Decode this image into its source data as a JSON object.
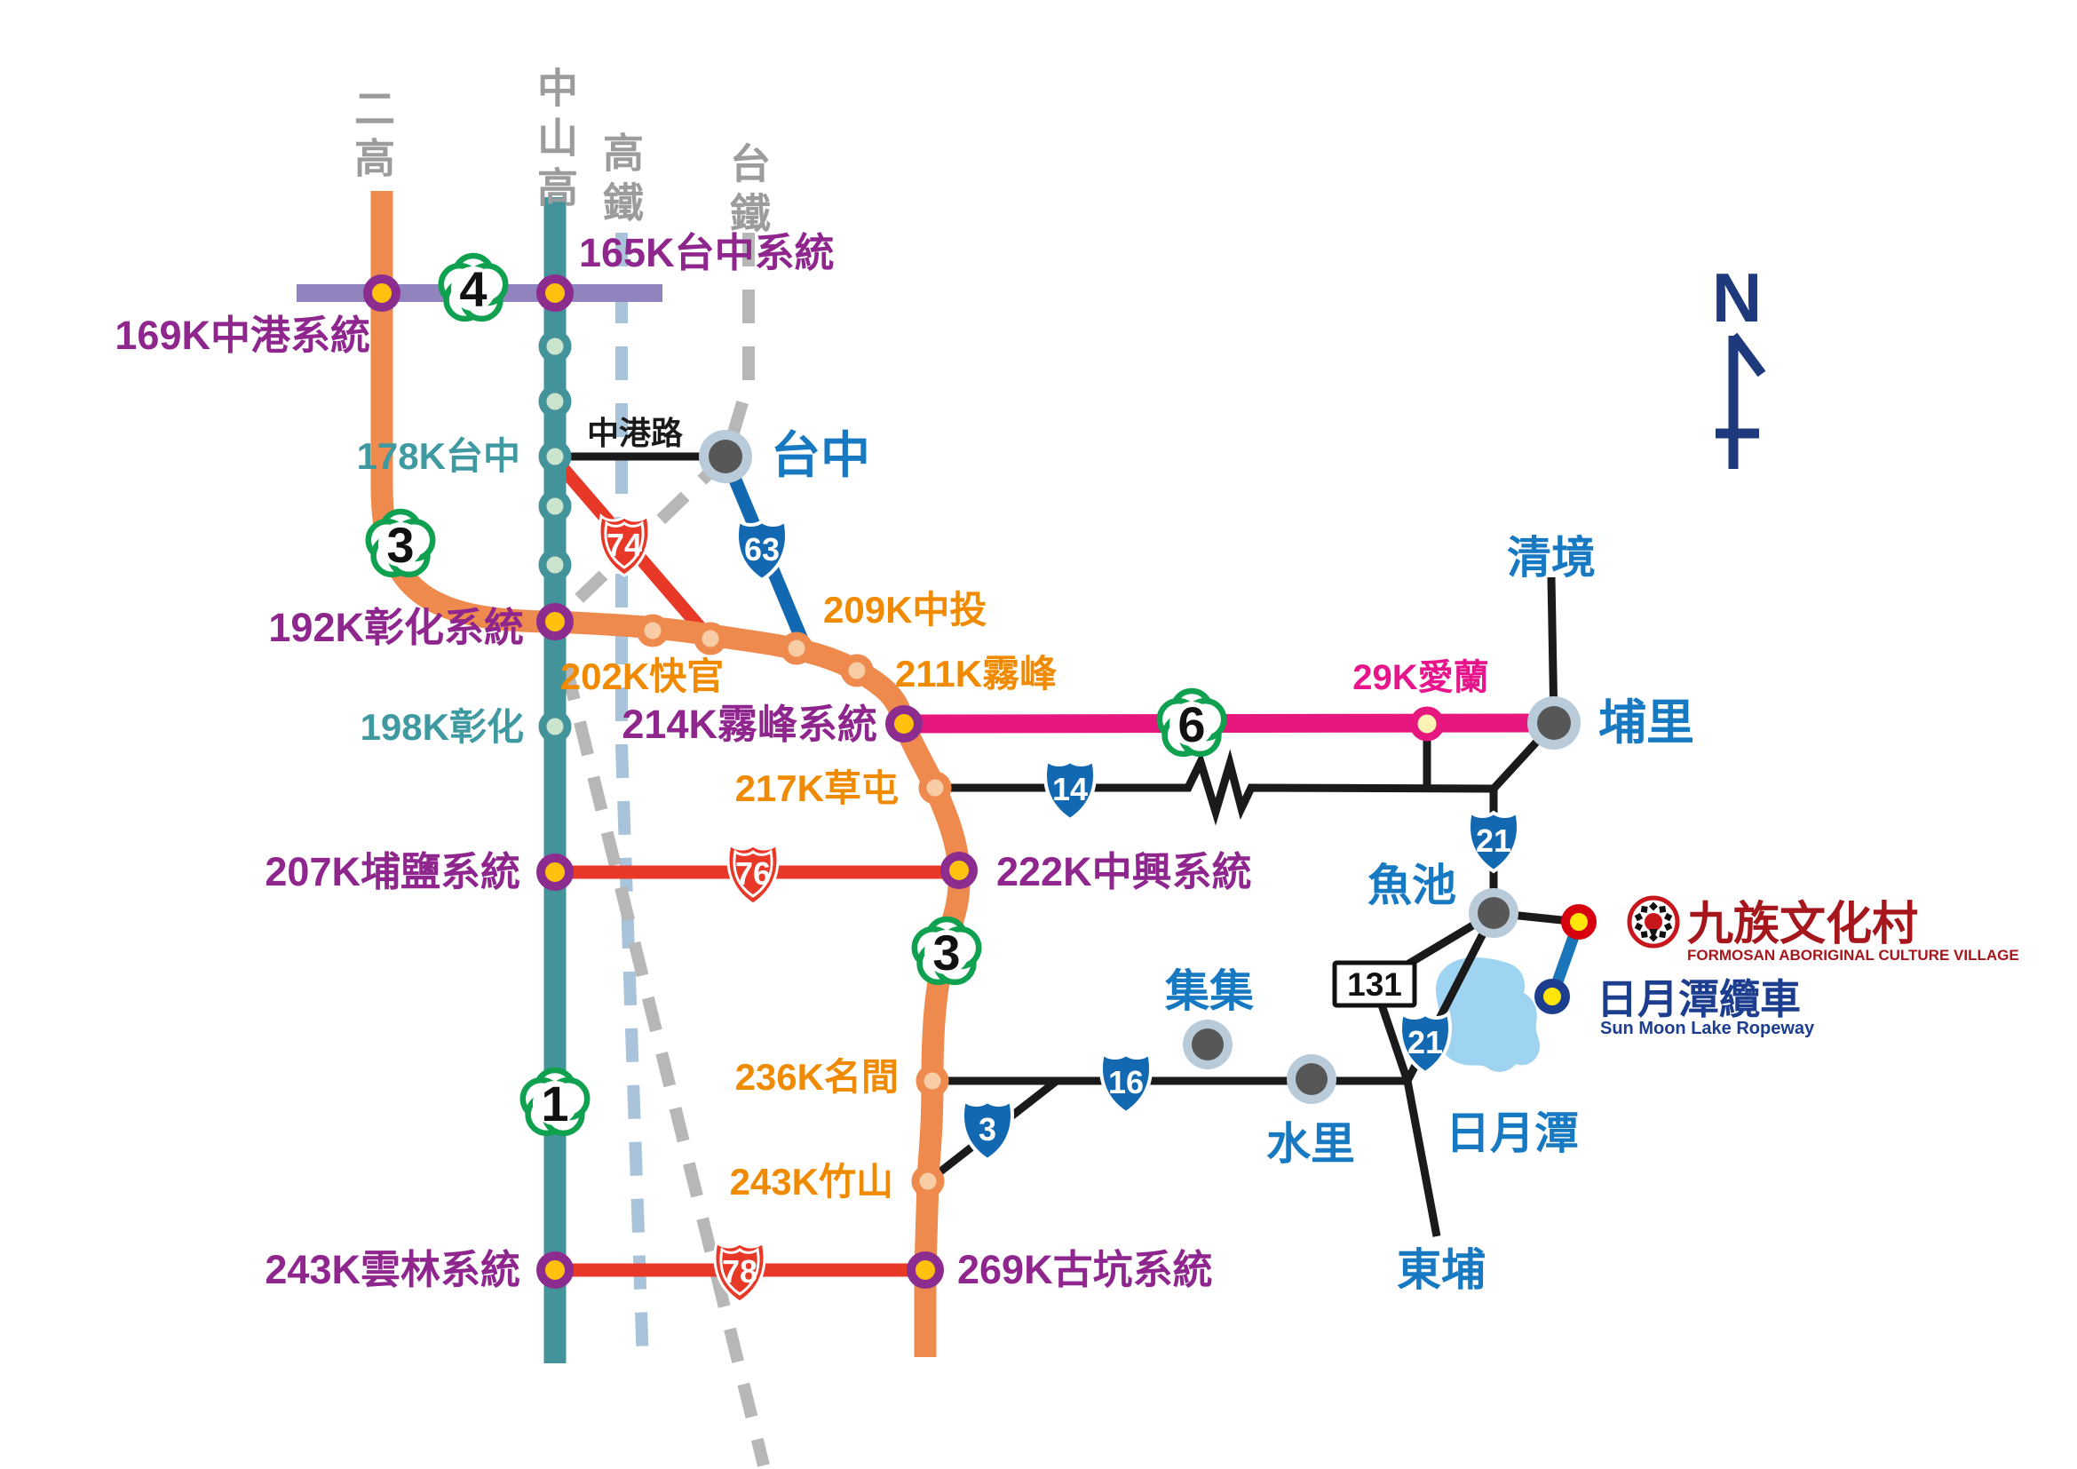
{
  "title": "Sun Moon Lake Ropeway access route map",
  "colors": {
    "freeway1_teal": "#43939B",
    "freeway3_orange": "#EF8A4E",
    "freeway4_purple": "#9184BE",
    "freeway6_pink": "#E6177E",
    "expressway_red": "#E73828",
    "provincial_blue": "#1368B2",
    "hsr_dash": "#A9C3DA",
    "tra_dash": "#B7B7B7",
    "interchange_yellow": "#FFC10D",
    "interchange_ring_purple": "#8C2C8E",
    "city_text_blue": "#1779C1",
    "village_dark_red": "#A6171D",
    "ropeway_navy": "#1D3E8E",
    "lake_blue": "#9FD3F2",
    "flower_green": "#0FA050"
  },
  "rail_headers": {
    "er": "二高",
    "n1": "中山高",
    "hsr": "高鐵",
    "tra": "台鐵"
  },
  "interchanges": {
    "ic169": "169K中港系統",
    "ic165": "165K台中系統",
    "ic178": "178K台中",
    "ic192": "192K彰化系統",
    "ic198": "198K彰化",
    "ic202": "202K快官",
    "ic209": "209K中投",
    "ic211": "211K霧峰",
    "ic214": "214K霧峰系統",
    "ic217": "217K草屯",
    "ic207": "207K埔鹽系統",
    "ic222": "222K中興系統",
    "ic236": "236K名間",
    "ic243z": "243K竹山",
    "ic243y": "243K雲林系統",
    "ic269": "269K古坑系統",
    "ic29": "29K愛蘭"
  },
  "cities": {
    "taichung": "台中",
    "qingjing": "清境",
    "puli": "埔里",
    "yuchi": "魚池",
    "jiji": "集集",
    "shuili": "水里",
    "sunmoonlake": "日月潭",
    "dongpu": "東埔"
  },
  "roads": {
    "zhonggang": "中港路",
    "s74": "74",
    "s63": "63",
    "s76": "76",
    "s78": "78",
    "s14": "14",
    "s16": "16",
    "s3": "3",
    "s21a": "21",
    "s21b": "21",
    "b131": "131"
  },
  "flowers": {
    "f4": "4",
    "f3a": "3",
    "f1": "1",
    "f3b": "3",
    "f6": "6"
  },
  "landmark": {
    "village_zh": "九族文化村",
    "village_en": "FORMOSAN ABORIGINAL CULTURE VILLAGE",
    "ropeway_zh": "日月潭纜車",
    "ropeway_en": "Sun Moon Lake Ropeway"
  },
  "compass": {
    "north": "N"
  }
}
